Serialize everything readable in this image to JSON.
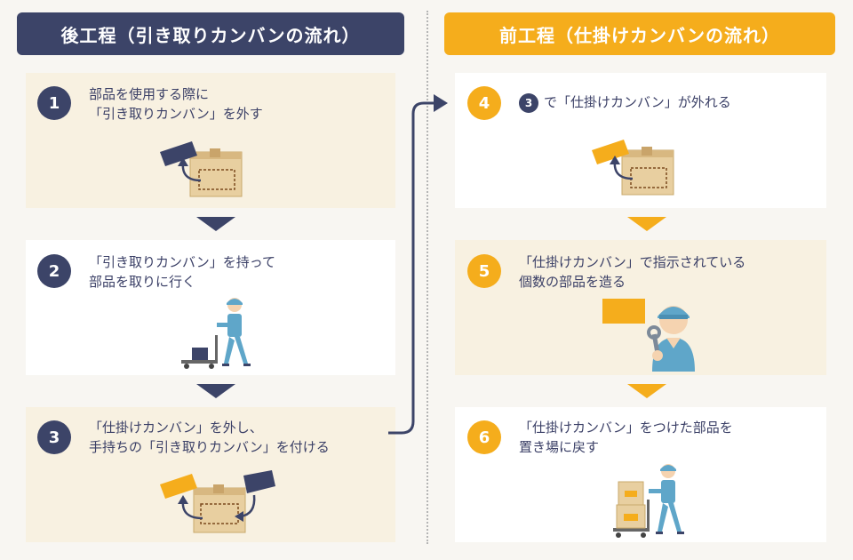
{
  "left_header": "後工程（引き取りカンバンの流れ）",
  "right_header": "前工程（仕掛けカンバンの流れ）",
  "steps": [
    {
      "num": "1",
      "line1": "部品を使用する際に",
      "line2": "「引き取りカンバン」を外す"
    },
    {
      "num": "2",
      "line1": "「引き取りカンバン」を持って",
      "line2": "部品を取りに行く"
    },
    {
      "num": "3",
      "line1": "「仕掛けカンバン」を外し、",
      "line2": "手持ちの「引き取りカンバン」を付ける"
    },
    {
      "num": "4",
      "ref": "3",
      "line1": "で「仕掛けカンバン」が外れる"
    },
    {
      "num": "5",
      "line1": "「仕掛けカンバン」で指示されている",
      "line2": "個数の部品を造る"
    },
    {
      "num": "6",
      "line1": "「仕掛けカンバン」をつけた部品を",
      "line2": "置き場に戻す"
    }
  ],
  "colors": {
    "navy": "#3c4468",
    "gold": "#f5ad1c",
    "cream": "#f8f1e1",
    "box": "#e8cfa0",
    "worker": "#5fa6c9"
  }
}
